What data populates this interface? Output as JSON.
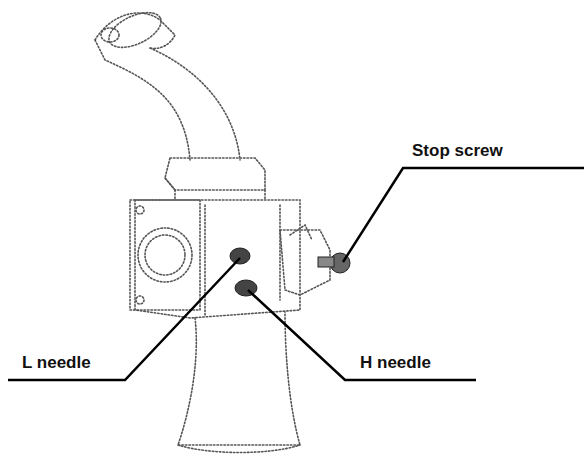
{
  "diagram": {
    "labels": [
      "Stop screw",
      "L needle",
      "H needle"
    ]
  }
}
